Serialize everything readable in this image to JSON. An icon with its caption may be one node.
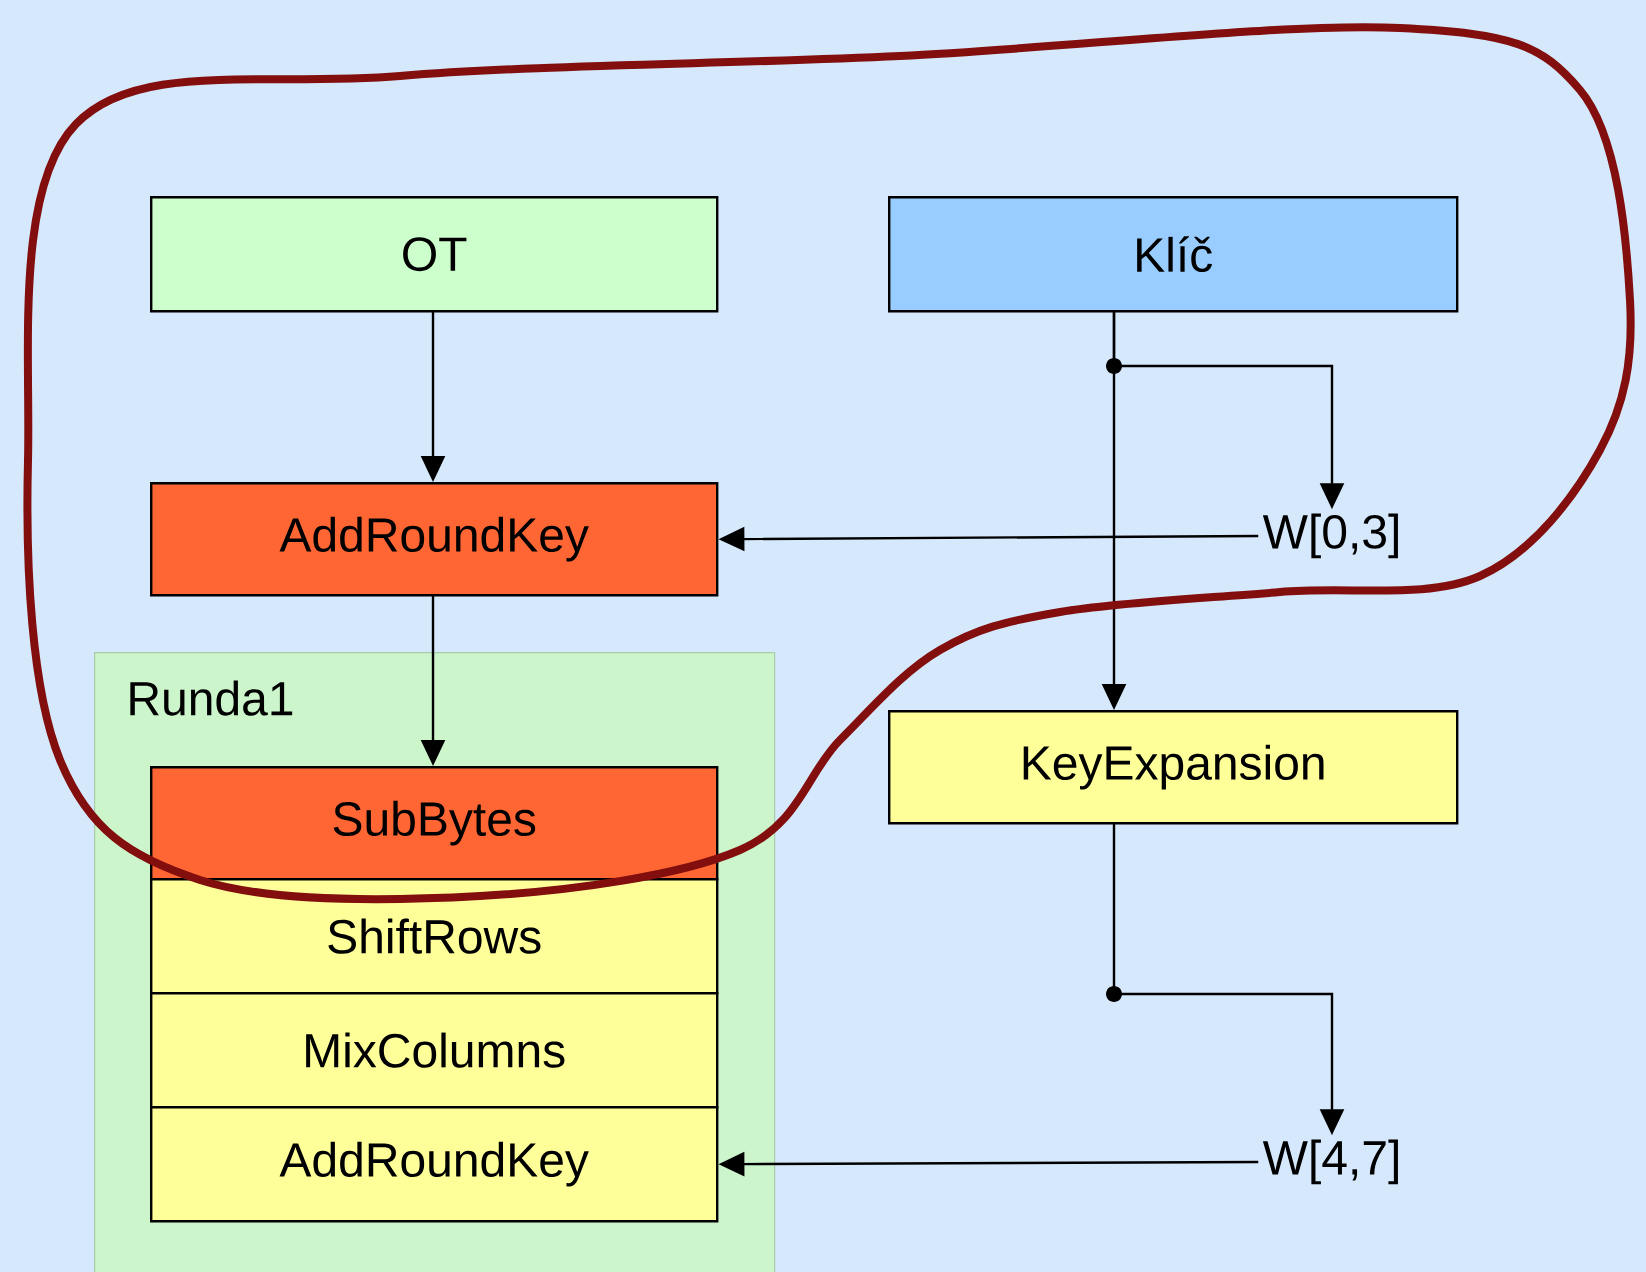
{
  "diagram": {
    "nodes": [
      {
        "text": [
          "OT"
        ]
      },
      {
        "text": [
          "Klíč"
        ]
      },
      {
        "text": [
          "AddRoundKey"
        ]
      },
      {
        "text": [
          "Runda1"
        ]
      },
      {
        "text": [
          "SubBytes"
        ],
        "in": 3
      },
      {
        "text": [
          "ShiftRows"
        ],
        "in": 3
      },
      {
        "text": [
          "MixColumns"
        ],
        "in": 3
      },
      {
        "text": [
          "AddRoundKey"
        ],
        "in": 3
      },
      {
        "text": [
          "KeyExpansion"
        ]
      },
      {
        "text": [
          "W[0,3]"
        ]
      },
      {
        "text": [
          "W[4,7]"
        ]
      }
    ],
    "edges": [
      {
        "from": 0,
        "to": 2,
        "arrow": "to"
      },
      {
        "from": 2,
        "to": 4,
        "arrow": "to"
      },
      {
        "from": 1,
        "to": 8,
        "arrow": "to"
      },
      {
        "from": 1,
        "to": 9,
        "arrow": "to"
      },
      {
        "from": 9,
        "to": 2,
        "arrow": "to"
      },
      {
        "from": 8,
        "to": 10,
        "arrow": "to"
      },
      {
        "from": 10,
        "to": 7,
        "arrow": "to"
      }
    ]
  }
}
